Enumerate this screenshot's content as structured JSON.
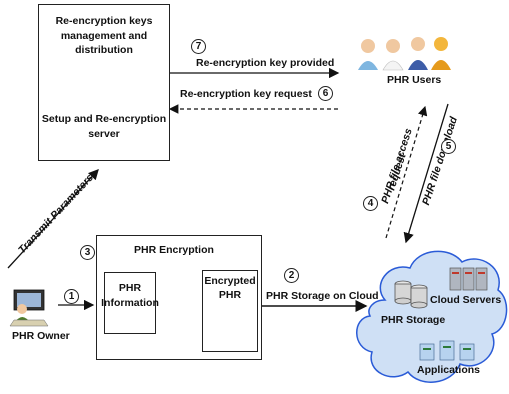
{
  "server": {
    "line1": "Re-encryption keys",
    "line2": "management and",
    "line3": "distribution",
    "line4": "Setup and Re-encryption",
    "line5": "server"
  },
  "arrows": {
    "key_provided": "Re-encryption key provided",
    "key_request": "Re-encryption key request",
    "transmit": "Transmit Parameters",
    "storage_cloud": "PHR Storage on Cloud",
    "access_request_1": "PHR file access",
    "access_request_2": "request",
    "download": "PHR file download"
  },
  "steps": {
    "s1": "1",
    "s2": "2",
    "s3": "3",
    "s4": "4",
    "s5": "5",
    "s6": "6",
    "s7": "7"
  },
  "users": {
    "label": "PHR Users"
  },
  "owner": {
    "label": "PHR Owner"
  },
  "encryption": {
    "title": "PHR Encryption",
    "info_line1": "PHR",
    "info_line2": "Information",
    "enc_line1": "Encrypted",
    "enc_line2": "PHR"
  },
  "cloud": {
    "servers": "Cloud Servers",
    "storage": "PHR Storage",
    "applications": "Applications"
  }
}
